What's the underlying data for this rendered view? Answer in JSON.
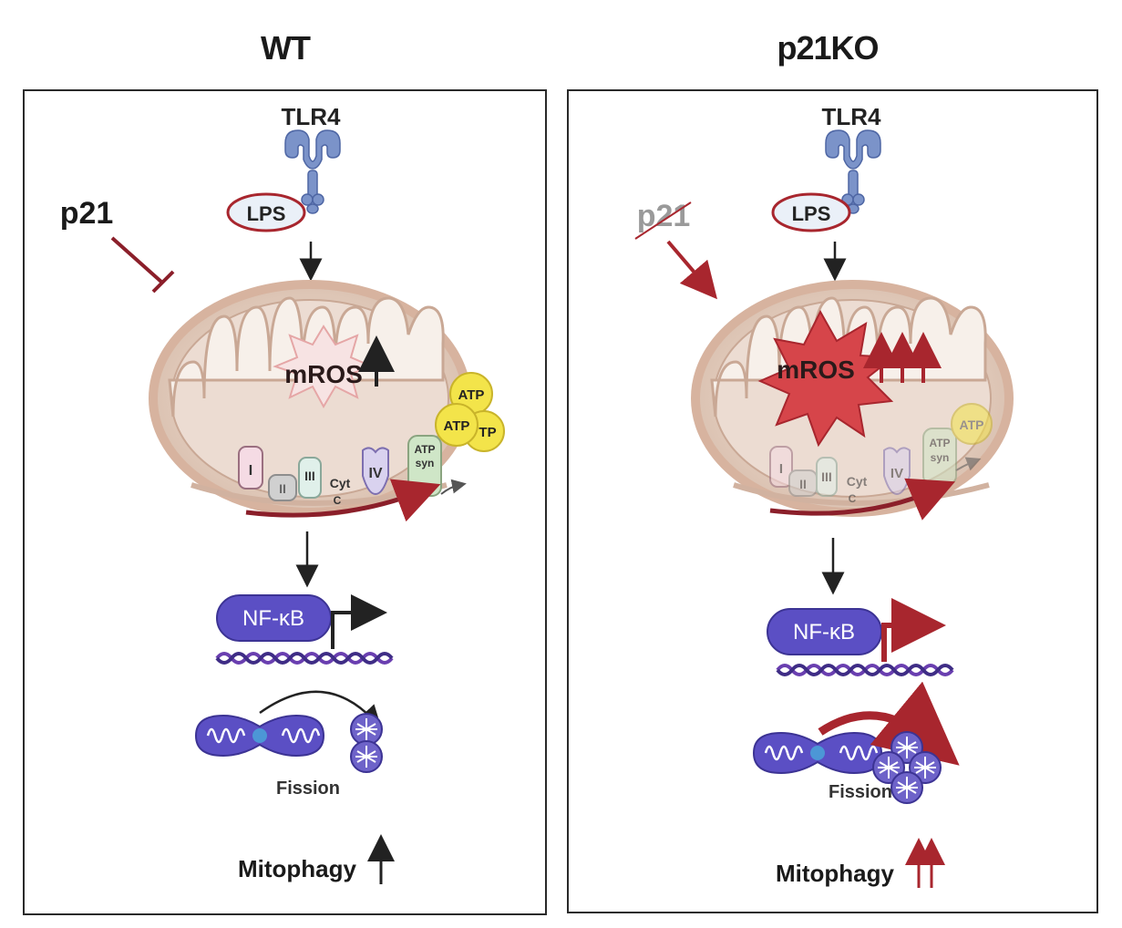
{
  "panels": [
    {
      "title": "WT",
      "receptor": "TLR4",
      "ligand": "LPS",
      "regulator": "p21",
      "ros": "mROS",
      "complexes": [
        "I",
        "II",
        "III",
        "Cyt",
        "C",
        "IV",
        "ATP",
        "syn"
      ],
      "atp": [
        "ATP",
        "ATP",
        "TP"
      ],
      "tf": "NF-κB",
      "process": "Fission",
      "outcome": "Mitophagy"
    },
    {
      "title": "p21KO",
      "receptor": "TLR4",
      "ligand": "LPS",
      "regulator": "p21",
      "ros": "mROS",
      "complexes": [
        "I",
        "II",
        "III",
        "Cyt",
        "C",
        "IV",
        "ATP",
        "syn"
      ],
      "atp": [
        "ATP"
      ],
      "tf": "NF-κB",
      "process": "Fission",
      "outcome": "Mitophagy"
    }
  ],
  "colors": {
    "inhibit": "#8b1f2a",
    "increase": "#a8262e",
    "nfkb": "#5b4fc4",
    "dna": "#6a3fb0",
    "receptor": "#7b93c9",
    "atp": "#f3e44a"
  }
}
